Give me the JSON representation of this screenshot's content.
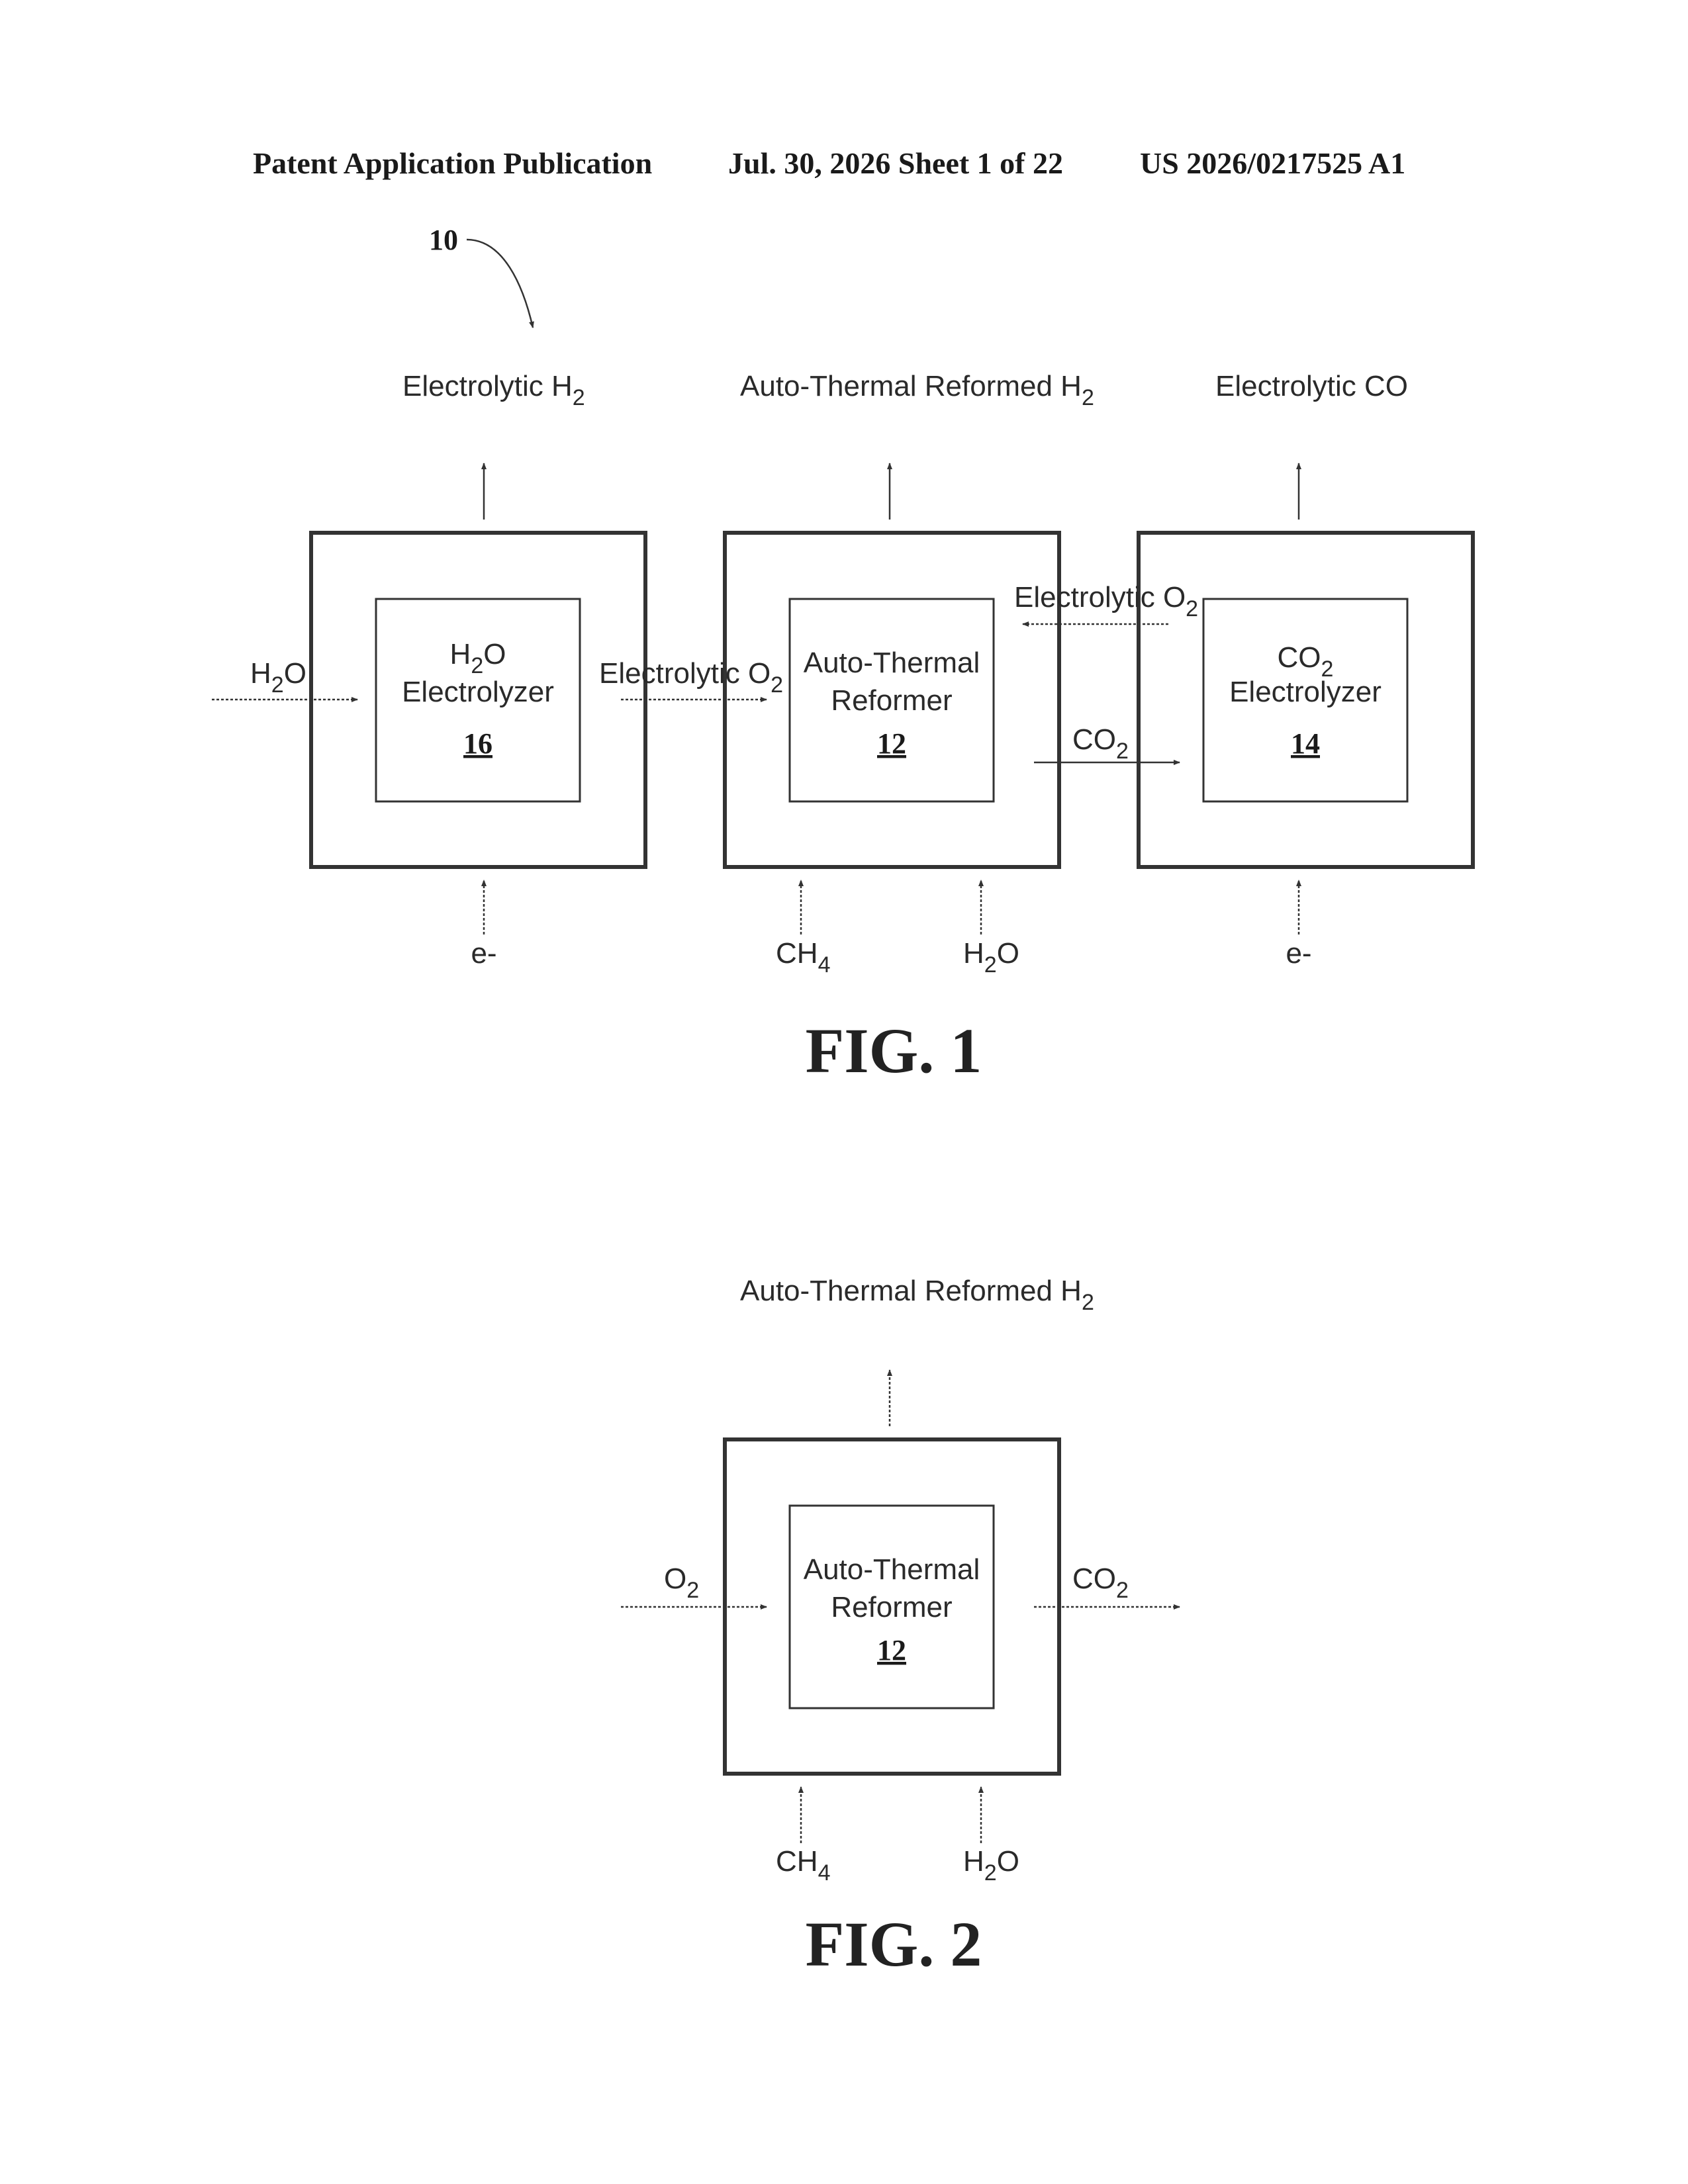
{
  "header": {
    "left": "Patent Application Publication",
    "middle": "Jul. 30, 2026  Sheet 1 of 22",
    "right": "US 2026/0217525 A1"
  },
  "fig1": {
    "ref": "10",
    "caption": "FIG.  1",
    "output_h2_electrolytic": "Electrolytic H",
    "output_h2_autothermal": "Auto-Thermal Reformed H",
    "output_co_electrolytic": "Electrolytic CO",
    "sub2": "2",
    "h2o_electrolyzer": {
      "line1": "H",
      "line1_tail": "O",
      "line2": "Electrolyzer",
      "number": "16"
    },
    "reformer": {
      "line1": "Auto-Thermal",
      "line2": "Reformer",
      "number": "12"
    },
    "co2_electrolyzer": {
      "line1": "CO",
      "line2": "Electrolyzer",
      "number": "14"
    },
    "input_h2o": "H",
    "input_h2o_tail": "O",
    "electrolytic_o2": "Electrolytic O",
    "co2_label": "CO",
    "input_e_left": "e-",
    "input_e_right": "e-",
    "input_ch4": "CH",
    "sub4": "4"
  },
  "fig2": {
    "caption": "FIG.  2",
    "output_h2_autothermal": "Auto-Thermal Reformed H",
    "reformer": {
      "line1": "Auto-Thermal",
      "line2": "Reformer",
      "number": "12"
    },
    "input_o2": "O",
    "output_co2": "CO",
    "input_ch4": "CH",
    "input_h2o": "H",
    "input_h2o_tail": "O"
  }
}
